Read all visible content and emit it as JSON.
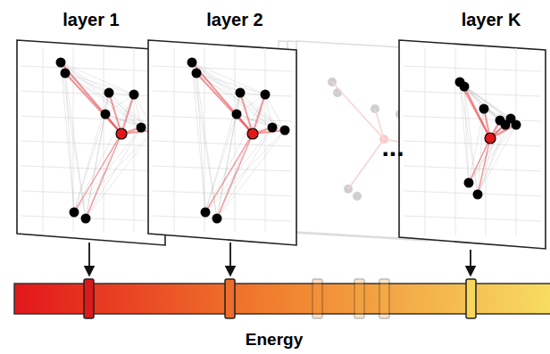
{
  "diagram": {
    "nodes": [
      {
        "text": [
          "layer 1"
        ]
      },
      {
        "text": [
          "layer 2"
        ]
      },
      {
        "text": [
          "layer K"
        ]
      }
    ],
    "labels": [
      "...",
      "Energy"
    ]
  }
}
